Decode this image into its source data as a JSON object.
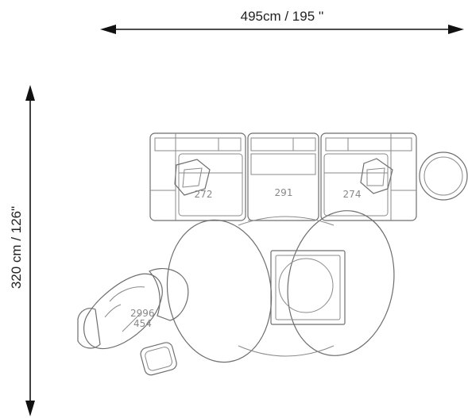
{
  "dimensions": {
    "width_label": "495cm / 195 ''",
    "height_label": "320 cm / 126\""
  },
  "components": {
    "sofa_left_code": "272",
    "sofa_middle_code": "291",
    "sofa_right_code": "274",
    "armchair_code_top": "2996",
    "armchair_code_bottom": "454"
  }
}
